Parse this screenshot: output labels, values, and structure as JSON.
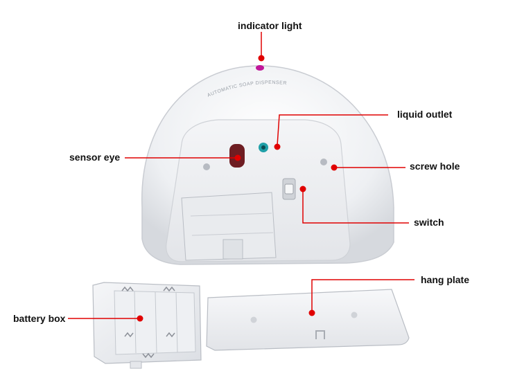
{
  "device": {
    "body_text": "AUTOMATIC SOAP DISPENSER"
  },
  "labels": {
    "indicator_light": "indicator light",
    "liquid_outlet": "liquid outlet",
    "sensor_eye": "sensor eye",
    "screw_hole": "screw hole",
    "switch": "switch",
    "hang_plate": "hang plate",
    "battery_box": "battery box"
  },
  "colors": {
    "leader": "#e00000",
    "marker": "#e00000",
    "indicator_led": "#c0179a",
    "outlet_ring": "#20a0a8",
    "sensor_window": "#6e1d22",
    "label_text": "#111111"
  }
}
